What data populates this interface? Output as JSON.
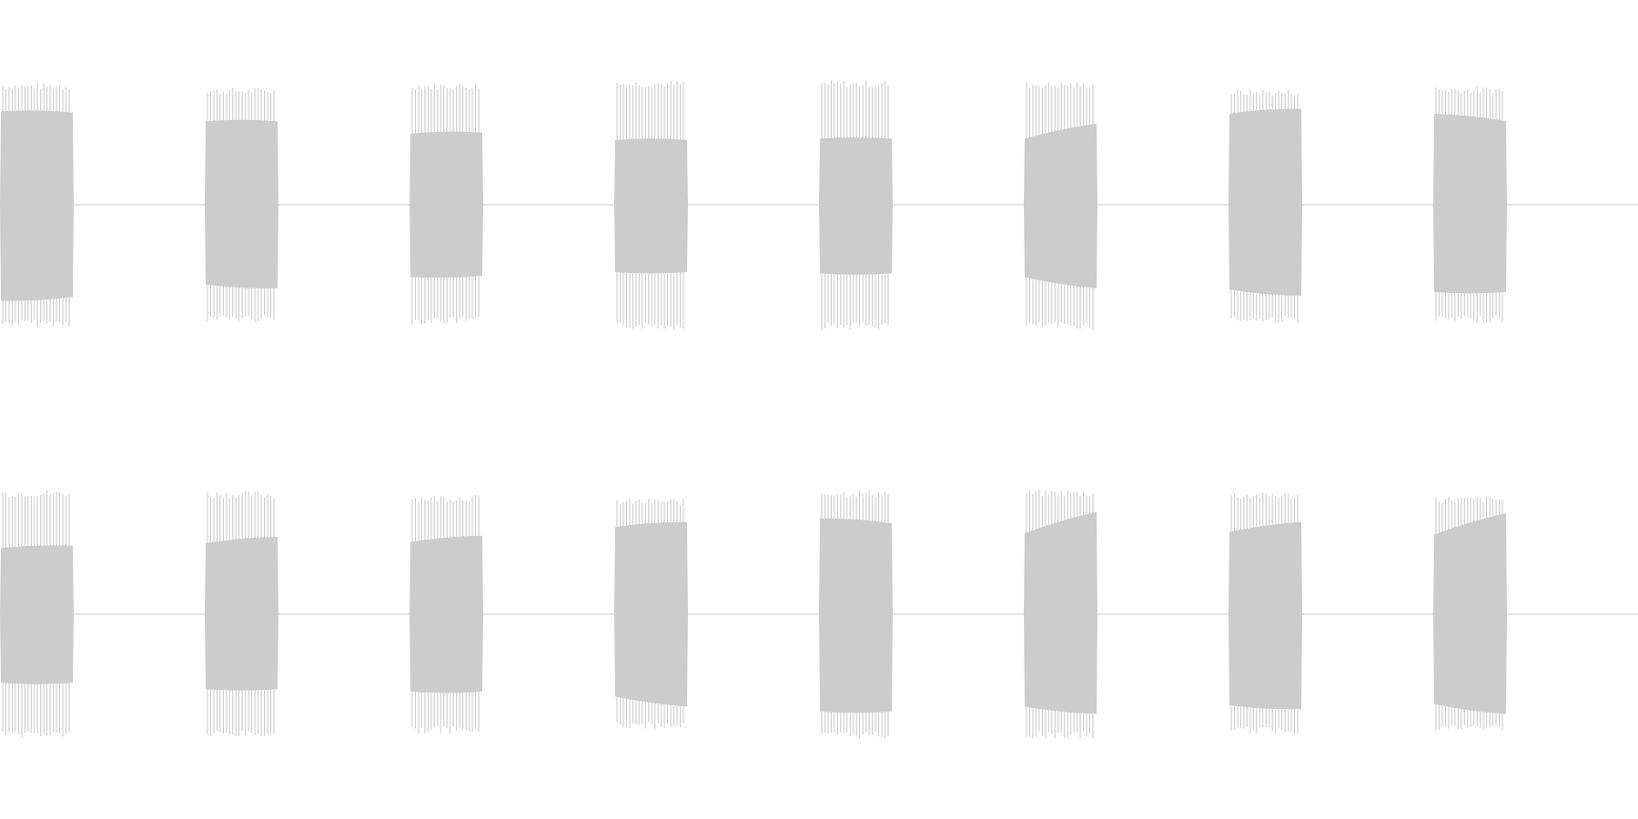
{
  "chart_data": {
    "type": "area",
    "title": "",
    "xlabel": "",
    "ylabel": "",
    "ylim": [
      -1,
      1
    ],
    "grid": false,
    "legend": "none",
    "colors": {
      "background": "#ffffff",
      "waveform": "#cccccc",
      "centerline": "#cccccc"
    },
    "bursts_per_channel": 8,
    "channels": [
      {
        "bursts": [
          {
            "peak_top": 0.98,
            "peak_bottom": 0.98,
            "body_top_start": 0.75,
            "body_top_end": 0.74,
            "body_bottom_start": 0.77,
            "body_bottom_end": 0.74
          },
          {
            "peak_top": 0.94,
            "peak_bottom": 0.94,
            "body_top_start": 0.67,
            "body_top_end": 0.67,
            "body_bottom_start": 0.64,
            "body_bottom_end": 0.67
          },
          {
            "peak_top": 0.98,
            "peak_bottom": 0.96,
            "body_top_start": 0.57,
            "body_top_end": 0.58,
            "body_bottom_start": 0.58,
            "body_bottom_end": 0.57
          },
          {
            "peak_top": 1.0,
            "peak_bottom": 1.0,
            "body_top_start": 0.52,
            "body_top_end": 0.52,
            "body_bottom_start": 0.54,
            "body_bottom_end": 0.54
          },
          {
            "peak_top": 1.0,
            "peak_bottom": 1.0,
            "body_top_start": 0.53,
            "body_top_end": 0.53,
            "body_bottom_start": 0.55,
            "body_bottom_end": 0.55
          },
          {
            "peak_top": 0.99,
            "peak_bottom": 1.0,
            "body_top_start": 0.53,
            "body_top_end": 0.65,
            "body_bottom_start": 0.58,
            "body_bottom_end": 0.67
          },
          {
            "peak_top": 0.93,
            "peak_bottom": 0.95,
            "body_top_start": 0.73,
            "body_top_end": 0.77,
            "body_bottom_start": 0.68,
            "body_bottom_end": 0.73
          },
          {
            "peak_top": 0.95,
            "peak_bottom": 0.95,
            "body_top_start": 0.73,
            "body_top_end": 0.67,
            "body_bottom_start": 0.7,
            "body_bottom_end": 0.7
          }
        ]
      },
      {
        "bursts": [
          {
            "peak_top": 1.0,
            "peak_bottom": 0.99,
            "body_top_start": 0.53,
            "body_top_end": 0.55,
            "body_bottom_start": 0.55,
            "body_bottom_end": 0.55
          },
          {
            "peak_top": 0.99,
            "peak_bottom": 0.99,
            "body_top_start": 0.57,
            "body_top_end": 0.62,
            "body_bottom_start": 0.6,
            "body_bottom_end": 0.6
          },
          {
            "peak_top": 0.96,
            "peak_bottom": 0.96,
            "body_top_start": 0.58,
            "body_top_end": 0.63,
            "body_bottom_start": 0.62,
            "body_bottom_end": 0.62
          },
          {
            "peak_top": 0.93,
            "peak_bottom": 0.92,
            "body_top_start": 0.7,
            "body_top_end": 0.74,
            "body_bottom_start": 0.66,
            "body_bottom_end": 0.74
          },
          {
            "peak_top": 1.0,
            "peak_bottom": 1.0,
            "body_top_start": 0.77,
            "body_top_end": 0.73,
            "body_bottom_start": 0.78,
            "body_bottom_end": 0.78
          },
          {
            "peak_top": 1.0,
            "peak_bottom": 1.0,
            "body_top_start": 0.65,
            "body_top_end": 0.82,
            "body_bottom_start": 0.74,
            "body_bottom_end": 0.8
          },
          {
            "peak_top": 0.98,
            "peak_bottom": 0.96,
            "body_top_start": 0.66,
            "body_top_end": 0.74,
            "body_bottom_start": 0.73,
            "body_bottom_end": 0.76
          },
          {
            "peak_top": 0.95,
            "peak_bottom": 0.94,
            "body_top_start": 0.64,
            "body_top_end": 0.81,
            "body_bottom_start": 0.72,
            "body_bottom_end": 0.8
          }
        ]
      }
    ]
  }
}
